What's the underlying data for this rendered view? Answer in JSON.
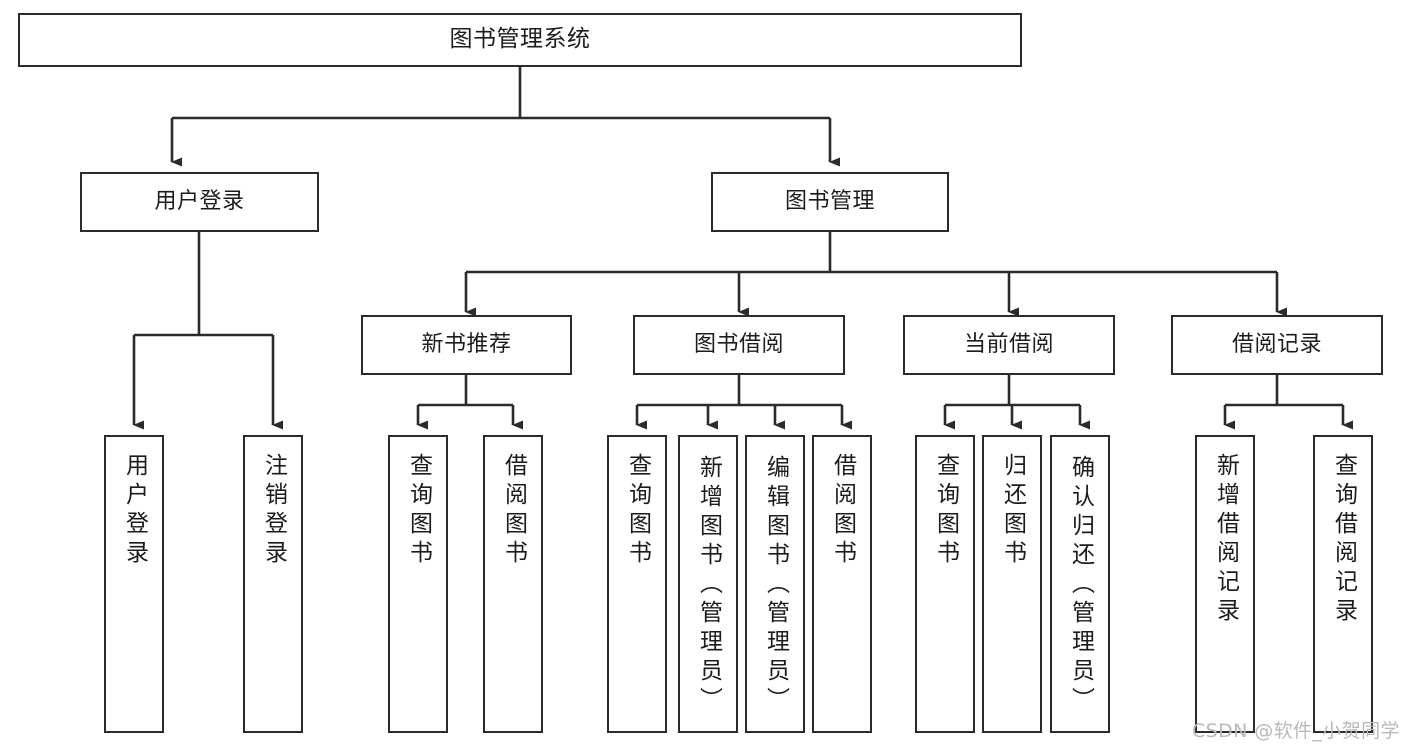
{
  "diagram": {
    "title": "图书管理系统",
    "colors": {
      "stroke": "#2b2b2b",
      "box_fill": "#ffffff",
      "text": "#1c1c1c",
      "background": "#ffffff",
      "watermark": "#b9b9b9"
    },
    "levels": {
      "root": {
        "label": "图书管理系统"
      },
      "level2": [
        {
          "label": "用户登录"
        },
        {
          "label": "图书管理"
        }
      ],
      "level3": [
        {
          "label": "新书推荐"
        },
        {
          "label": "图书借阅"
        },
        {
          "label": "当前借阅"
        },
        {
          "label": "借阅记录"
        }
      ],
      "leaves": [
        {
          "label": "用户登录",
          "parent": "用户登录"
        },
        {
          "label": "注销登录",
          "parent": "用户登录"
        },
        {
          "label": "查询图书",
          "parent": "新书推荐"
        },
        {
          "label": "借阅图书",
          "parent": "新书推荐"
        },
        {
          "label": "查询图书",
          "parent": "图书借阅"
        },
        {
          "label": "新增图书（管理员）",
          "parent": "图书借阅"
        },
        {
          "label": "编辑图书（管理员）",
          "parent": "图书借阅"
        },
        {
          "label": "借阅图书",
          "parent": "图书借阅"
        },
        {
          "label": "查询图书",
          "parent": "当前借阅"
        },
        {
          "label": "归还图书",
          "parent": "当前借阅"
        },
        {
          "label": "确认归还（管理员）",
          "parent": "当前借阅"
        },
        {
          "label": "新增借阅记录",
          "parent": "借阅记录"
        },
        {
          "label": "查询借阅记录",
          "parent": "借阅记录"
        }
      ]
    }
  },
  "watermark": {
    "text": "CSDN @软件_小贺同学"
  }
}
